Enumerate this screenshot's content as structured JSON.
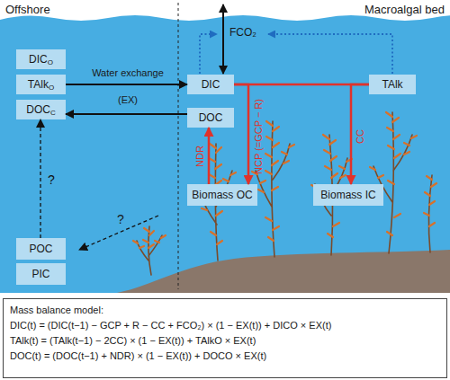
{
  "diagram": {
    "nodes": [
      {
        "text": [
          "DICO"
        ]
      },
      {
        "text": [
          "TAlkO"
        ]
      },
      {
        "text": [
          "DOCC"
        ]
      },
      {
        "text": [
          "POC"
        ]
      },
      {
        "text": [
          "PIC"
        ]
      },
      {
        "text": [
          "DIC"
        ]
      },
      {
        "text": [
          "TAlk"
        ]
      },
      {
        "text": [
          "DOC"
        ]
      },
      {
        "text": [
          "Biomass OC"
        ]
      },
      {
        "text": [
          "Biomass IC"
        ]
      },
      {
        "text": [
          "Mass balance model:",
          "DIC(t) = (DIC(t−1) − GCP + R − CC + FCO₂) × (1 − EX(t)) + DICO × EX(t)",
          "TAlk(t) = (TAlk(t−1) − 2CC) × (1 − EX(t)) + TAlkO × EX(t)",
          "DOC(t) = (DOC(t−1) + NDR) × (1 − EX(t)) + DOCO × EX(t)"
        ]
      }
    ],
    "edges": [
      {
        "from": 1,
        "to": 5,
        "arrow": "to"
      },
      {
        "from": 7,
        "to": 2,
        "arrow": "to"
      },
      {
        "from": 3,
        "to": 2,
        "label": "?",
        "arrow": "to"
      },
      {
        "from": 5,
        "to": 6,
        "arrow": "none"
      },
      {
        "from": 5,
        "to": 8,
        "label": "NCP (=GCP − R)",
        "arrow": "to"
      },
      {
        "from": 6,
        "to": 9,
        "label": "CC",
        "arrow": "to"
      },
      {
        "from": 8,
        "to": 7,
        "label": "NDR",
        "arrow": "to"
      }
    ],
    "labels": [
      "Offshore",
      "Macroalgal bed",
      "FCO₂",
      "Water exchange (EX)",
      "?"
    ]
  }
}
